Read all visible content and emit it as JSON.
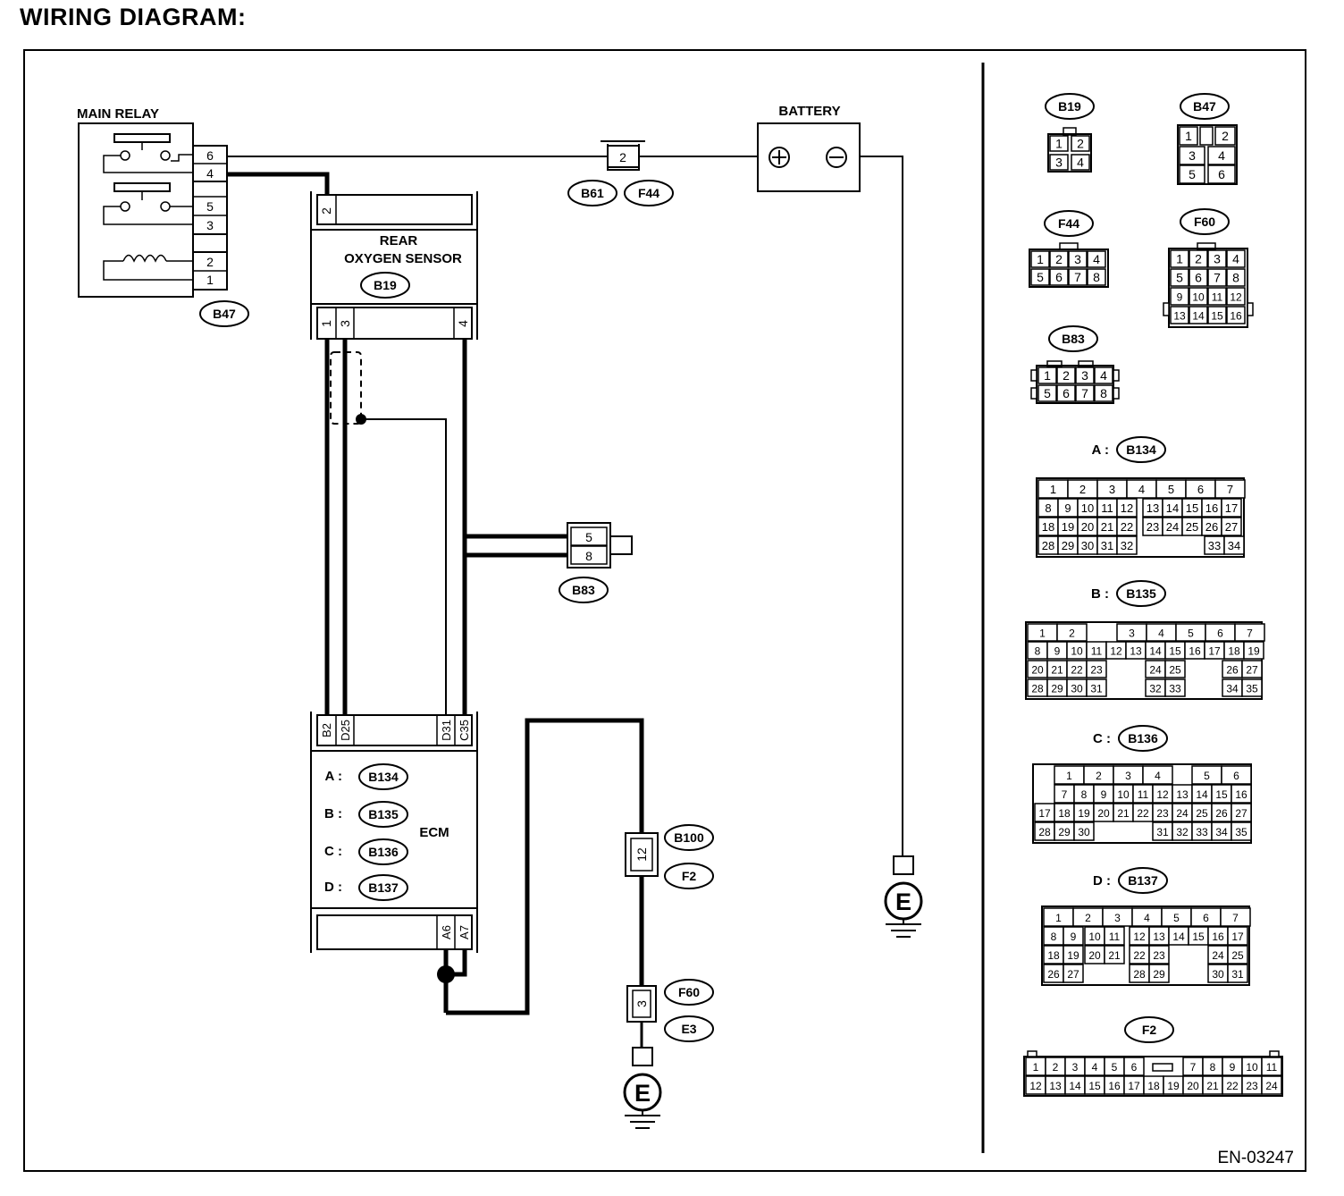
{
  "title": "WIRING DIAGRAM:",
  "doc_code": "EN-03247",
  "components": {
    "main_relay": "MAIN RELAY",
    "battery": "BATTERY",
    "rear_o2_line1": "REAR",
    "rear_o2_line2": "OXYGEN SENSOR",
    "ecm": "ECM",
    "ground": "E"
  },
  "connectors": {
    "b47": "B47",
    "b19": "B19",
    "b61": "B61",
    "f44": "F44",
    "b83": "B83",
    "b100": "B100",
    "f2": "F2",
    "f60": "F60",
    "e3": "E3",
    "b134": "B134",
    "b135": "B135",
    "b136": "B136",
    "b137": "B137"
  },
  "ecm_prefix": {
    "a": "A :",
    "b": "B :",
    "c": "C :",
    "d": "D :"
  },
  "pins": {
    "relay": [
      "6",
      "4",
      "5",
      "3",
      "2",
      "1"
    ],
    "o2_top": "2",
    "o2_bottom": [
      "1",
      "3",
      "4"
    ],
    "ecm_top": [
      "B2",
      "D25",
      "D31",
      "C35"
    ],
    "ecm_bottom": [
      "A6",
      "A7"
    ],
    "fuse_b61": "2",
    "b83_pins": [
      "5",
      "8"
    ],
    "b100_pin": "12",
    "f60_pin": "3"
  },
  "faces": {
    "b19": [
      "1",
      "2",
      "3",
      "4"
    ],
    "b47": [
      "1",
      "2",
      "3",
      "4",
      "5",
      "6"
    ],
    "f44": [
      "1",
      "2",
      "3",
      "4",
      "5",
      "6",
      "7",
      "8"
    ],
    "f60": [
      "1",
      "2",
      "3",
      "4",
      "5",
      "6",
      "7",
      "8",
      "9",
      "10",
      "11",
      "12",
      "13",
      "14",
      "15",
      "16"
    ],
    "b83": [
      "1",
      "2",
      "3",
      "4",
      "5",
      "6",
      "7",
      "8"
    ],
    "b134": [
      [
        "1",
        "2",
        "3",
        "4",
        "5",
        "6",
        "7"
      ],
      [
        "8",
        "9",
        "10",
        "11",
        "12",
        "13",
        "14",
        "15",
        "16",
        "17"
      ],
      [
        "18",
        "19",
        "20",
        "21",
        "22",
        "23",
        "24",
        "25",
        "26",
        "27"
      ],
      [
        "28",
        "29",
        "30",
        "31",
        "32",
        "33",
        "34"
      ]
    ],
    "b135": [
      [
        "1",
        "2",
        "3",
        "4",
        "5",
        "6",
        "7"
      ],
      [
        "8",
        "9",
        "10",
        "11",
        "12",
        "13",
        "14",
        "15",
        "16",
        "17",
        "18",
        "19"
      ],
      [
        "20",
        "21",
        "22",
        "23",
        "24",
        "25",
        "26",
        "27"
      ],
      [
        "28",
        "29",
        "30",
        "31",
        "32",
        "33",
        "34",
        "35"
      ]
    ],
    "b136": [
      [
        "1",
        "2",
        "3",
        "4",
        "5",
        "6"
      ],
      [
        "7",
        "8",
        "9",
        "10",
        "11",
        "12",
        "13",
        "14",
        "15",
        "16"
      ],
      [
        "17",
        "18",
        "19",
        "20",
        "21",
        "22",
        "23",
        "24",
        "25",
        "26",
        "27"
      ],
      [
        "28",
        "29",
        "30",
        "31",
        "32",
        "33",
        "34",
        "35"
      ]
    ],
    "b137": [
      [
        "1",
        "2",
        "3",
        "4",
        "5",
        "6",
        "7"
      ],
      [
        "8",
        "9",
        "10",
        "11",
        "12",
        "13",
        "14",
        "15",
        "16",
        "17"
      ],
      [
        "18",
        "19",
        "20",
        "21",
        "22",
        "23",
        "24",
        "25"
      ],
      [
        "26",
        "27",
        "28",
        "29",
        "30",
        "31"
      ]
    ],
    "f2": [
      [
        "1",
        "2",
        "3",
        "4",
        "5",
        "6",
        "7",
        "8",
        "9",
        "10",
        "11"
      ],
      [
        "12",
        "13",
        "14",
        "15",
        "16",
        "17",
        "18",
        "19",
        "20",
        "21",
        "22",
        "23",
        "24"
      ]
    ]
  }
}
